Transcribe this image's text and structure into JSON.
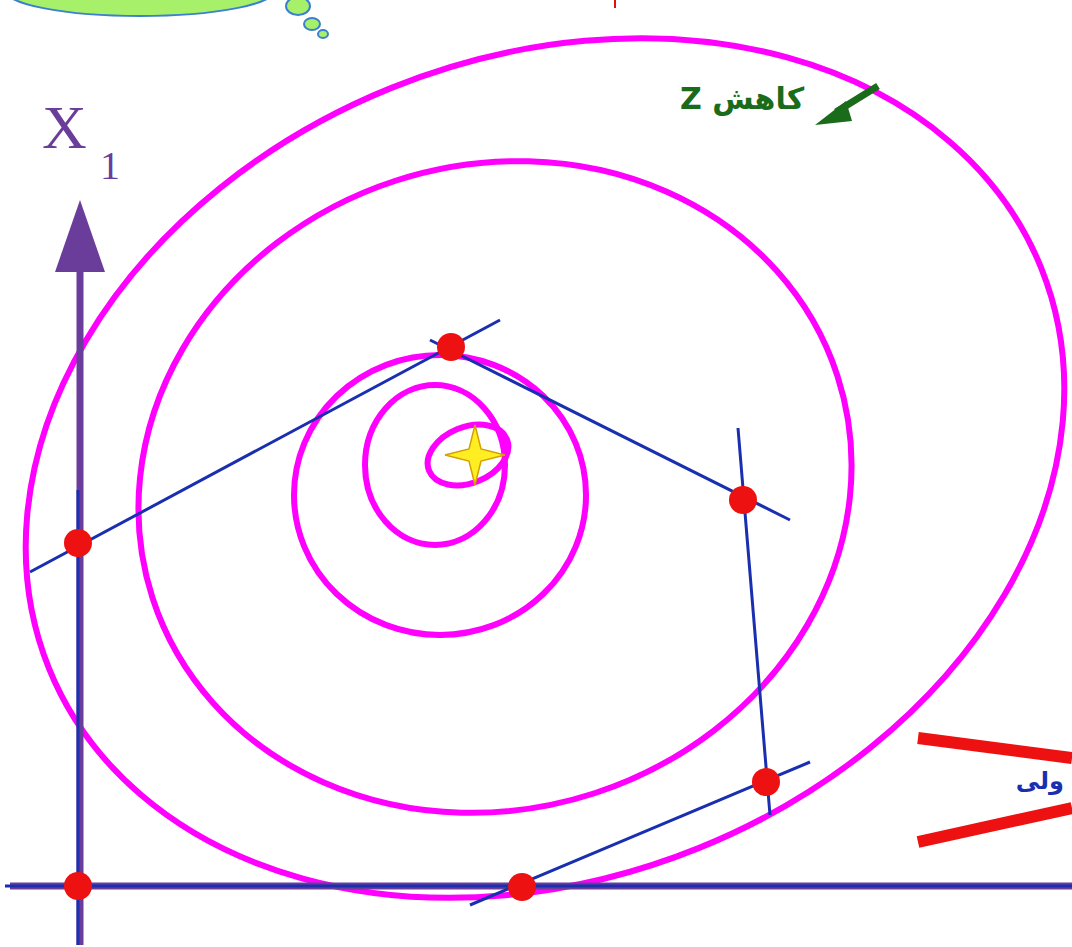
{
  "diagram": {
    "labels": [
      "X",
      "1",
      "کاهش Z",
      "ولی"
    ]
  }
}
